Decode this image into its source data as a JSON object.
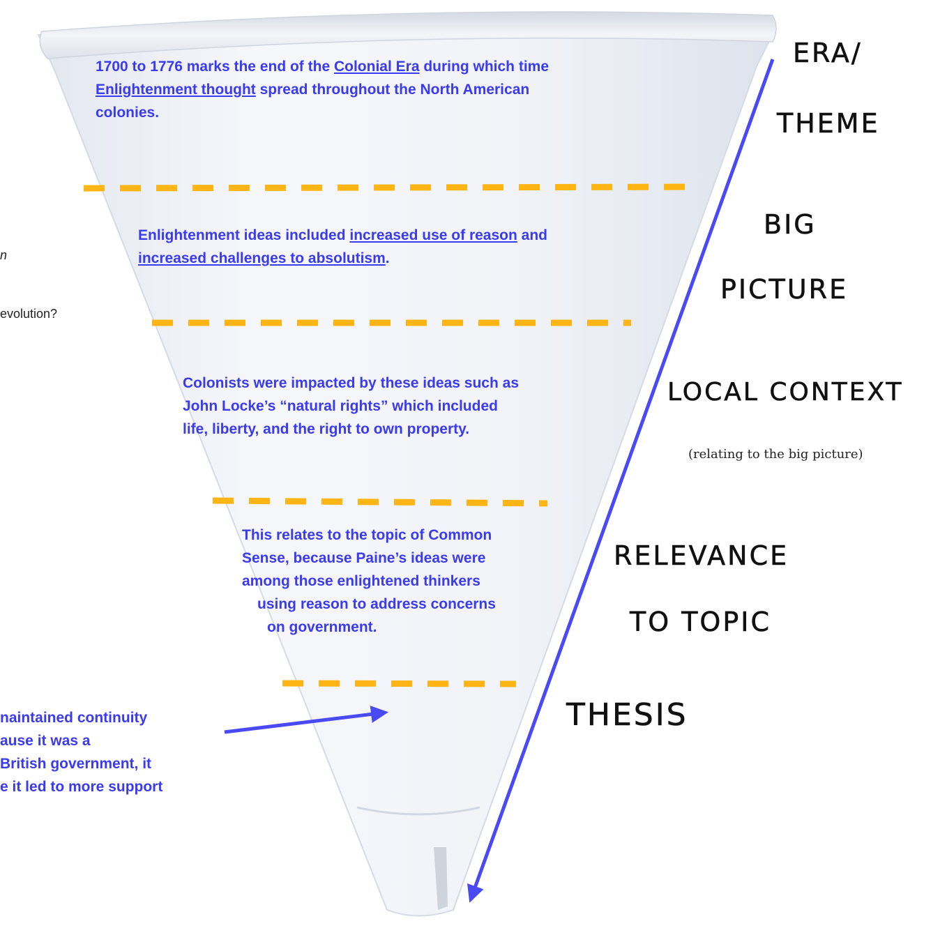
{
  "colors": {
    "text_blue": "#3a3af0",
    "arrow_blue": "#4a4af5",
    "divider_orange": "#fdb515",
    "cup_white": "#f3f5fa"
  },
  "cup": {
    "level1": {
      "pre": "1700 to 1776 marks the end of the ",
      "link1": "Colonial Era",
      "mid": " during which time",
      "link2": "Enlightenment thought",
      "post": " spread throughout the North American",
      "tail": "colonies."
    },
    "level2": {
      "pre": "Enlightenment ideas included ",
      "link1": "increased use of reason",
      "mid": " and",
      "link2": "increased challenges to absolutism",
      "post": "."
    },
    "level3": {
      "lines": [
        "Colonists were impacted by these ideas such as",
        "John Locke’s “natural rights” which included",
        "life, liberty, and the right to own property."
      ]
    },
    "level4": {
      "lines": [
        "This relates to the topic of Common",
        "Sense, because Paine’s ideas were",
        "among those enlightened thinkers",
        "using reason to address concerns",
        "on government."
      ]
    }
  },
  "thesis_text": {
    "lines": [
      "naintained continuity",
      "ause it was a",
      " British government, it",
      "e it led to more support"
    ]
  },
  "left_fragments": {
    "line1": "n",
    "line2": "evolution?"
  },
  "labels": {
    "era_line1": "ERA/",
    "era_line2": "THEME",
    "big_line1": "BIG",
    "big_line2": "PICTURE",
    "local_line1": "LOCAL CONTEXT",
    "local_sub": "(relating to the big picture)",
    "relevance_line1": "RELEVANCE",
    "relevance_line2": "TO TOPIC",
    "thesis": "THESIS"
  }
}
